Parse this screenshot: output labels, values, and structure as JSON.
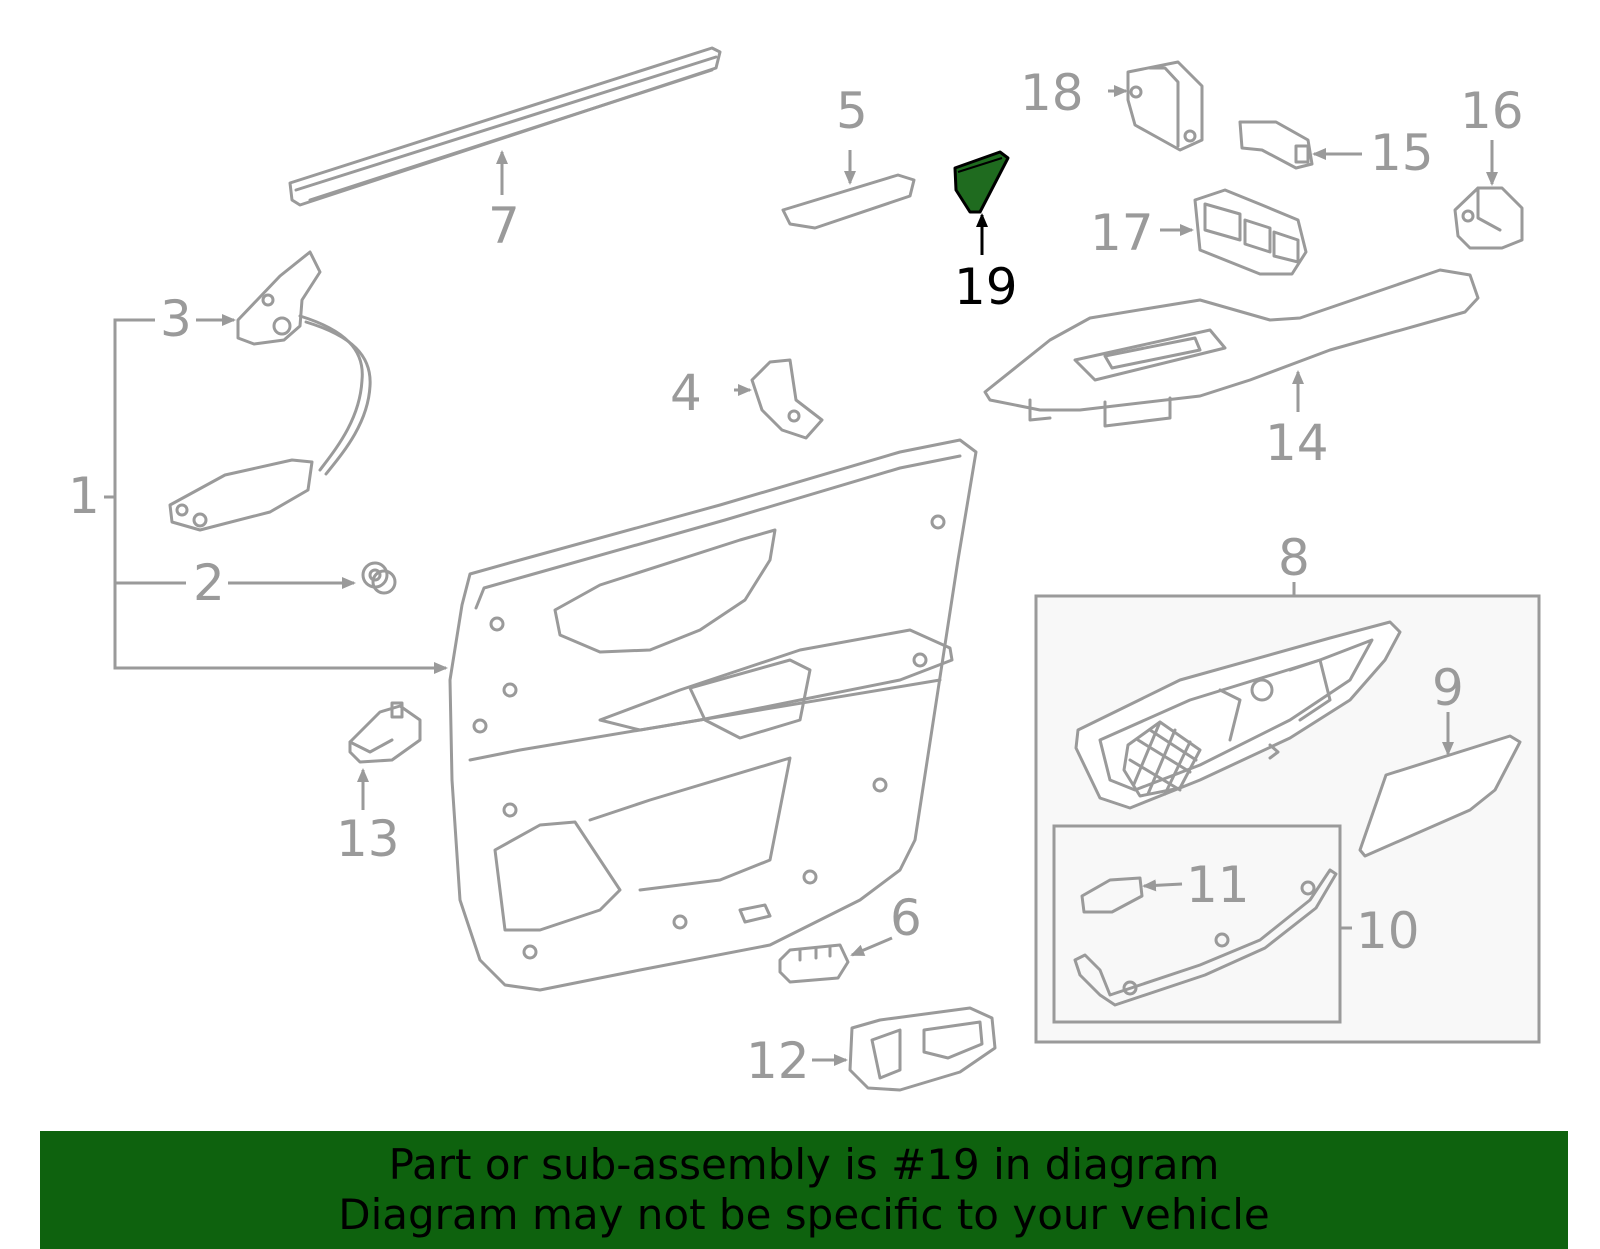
{
  "diagram": {
    "labels": {
      "p1": "1",
      "p2": "2",
      "p3": "3",
      "p4": "4",
      "p5": "5",
      "p6": "6",
      "p7": "7",
      "p8": "8",
      "p9": "9",
      "p10": "10",
      "p11": "11",
      "p12": "12",
      "p13": "13",
      "p14": "14",
      "p15": "15",
      "p16": "16",
      "p17": "17",
      "p18": "18",
      "p19": "19"
    },
    "highlighted_part": "19",
    "highlight_color": "#1f6b1f",
    "line_color": "#9a9a9a"
  },
  "banner": {
    "line1": "Part or sub-assembly is #19 in diagram",
    "line2": "Diagram may not be specific to your vehicle",
    "background": "#0e620e"
  }
}
